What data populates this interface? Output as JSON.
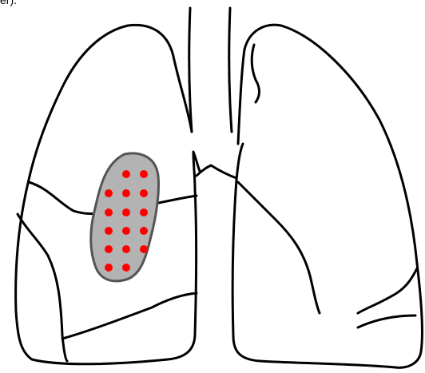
{
  "caption_fragment": "er).",
  "colors": {
    "outline": "#000000",
    "lesion_fill": "#b3b3b3",
    "lesion_stroke": "#555555",
    "dot": "#ff0000",
    "background": "#ffffff"
  },
  "lesion": {
    "lung": "right",
    "dot_rows": [
      2,
      3,
      3,
      3,
      3,
      2
    ],
    "dot_count": 16
  }
}
